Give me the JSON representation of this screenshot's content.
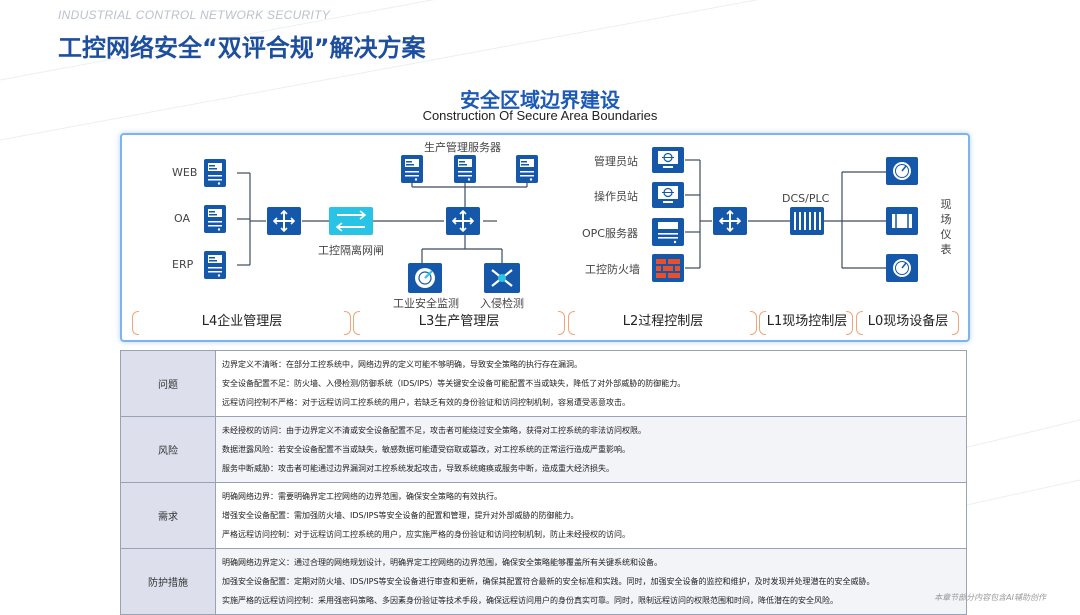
{
  "header": {
    "eng_title": "INDUSTRIAL CONTROL NETWORK SECURITY",
    "title": "工控网络安全“双评合规”解决方案"
  },
  "section": {
    "title": "安全区域边界建设",
    "subtitle": "Construction Of Secure Area Boundaries"
  },
  "diagram": {
    "enterprise_servers": [
      "WEB",
      "OA",
      "ERP"
    ],
    "gap_label": "工控隔离网闸",
    "production_servers_label": "生产管理服务器",
    "monitor_label": "工业安全监测",
    "ids_label": "入侵检测",
    "process_nodes": [
      "管理员站",
      "操作员站",
      "OPC服务器",
      "工控防火墙"
    ],
    "dcs_label": "DCS/PLC",
    "field_label": "现场仪表",
    "layers": [
      "L4企业管理层",
      "L3生产管理层",
      "L2过程控制层",
      "L1现场控制层",
      "L0现场设备层"
    ],
    "colors": {
      "node": "#1557a8",
      "accent": "#29c3e6",
      "line": "#3c4b5e",
      "frame": "#7db3ef"
    }
  },
  "table": {
    "rows": [
      {
        "category": "问题",
        "lines": [
          "边界定义不清晰：在部分工控系统中，网络边界的定义可能不够明确，导致安全策略的执行存在漏洞。",
          "安全设备配置不足：防火墙、入侵检测/防御系统（IDS/IPS）等关键安全设备可能配置不当或缺失，降低了对外部威胁的防御能力。",
          "远程访问控制不严格：对于远程访问工控系统的用户，若缺乏有效的身份验证和访问控制机制，容易遭受恶意攻击。"
        ]
      },
      {
        "category": "风险",
        "lines": [
          "未经授权的访问：由于边界定义不清或安全设备配置不足，攻击者可能绕过安全策略，获得对工控系统的非法访问权限。",
          "数据泄露风险：若安全设备配置不当或缺失，敏感数据可能遭受窃取或篡改，对工控系统的正常运行造成严重影响。",
          "服务中断威胁：攻击者可能通过边界漏洞对工控系统发起攻击，导致系统瘫痪或服务中断，造成重大经济损失。"
        ]
      },
      {
        "category": "需求",
        "lines": [
          "明确网络边界：需要明确界定工控网络的边界范围，确保安全策略的有效执行。",
          "增强安全设备配置：需加强防火墙、IDS/IPS等安全设备的配置和管理，提升对外部威胁的防御能力。",
          "严格远程访问控制：对于远程访问工控系统的用户，应实施严格的身份验证和访问控制机制，防止未经授权的访问。"
        ]
      },
      {
        "category": "防护措施",
        "lines": [
          "明确网络边界定义：通过合理的网络规划设计，明确界定工控网络的边界范围，确保安全策略能够覆盖所有关键系统和设备。",
          "加强安全设备配置：定期对防火墙、IDS/IPS等安全设备进行审查和更新，确保其配置符合最新的安全标准和实践。同时，加强安全设备的监控和维护，及时发现并处理潜在的安全威胁。",
          "实施严格的远程访问控制：采用强密码策略、多因素身份验证等技术手段，确保远程访问用户的身份真实可靠。同时，限制远程访问的权限范围和时间，降低潜在的安全风险。"
        ]
      }
    ]
  },
  "footer": "本章节部分内容包含AI辅助创作"
}
